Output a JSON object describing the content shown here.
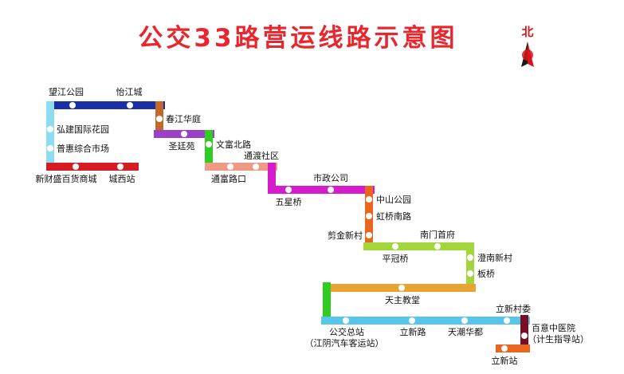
{
  "title": "公交33路营运线路示意图",
  "north_label": "北",
  "colors": {
    "title": "#e8262d",
    "north": "#d8141c",
    "stop_dot": "#ffffff"
  },
  "segments": [
    {
      "id": "blue-top",
      "color": "#1a2fa6"
    },
    {
      "id": "sky-left",
      "color": "#8fdcf0"
    },
    {
      "id": "red-left",
      "color": "#d51c24"
    },
    {
      "id": "brown-1",
      "color": "#c4682a"
    },
    {
      "id": "purple-1",
      "color": "#9b3fc8"
    },
    {
      "id": "green-1",
      "color": "#2fcc22"
    },
    {
      "id": "salmon-1",
      "color": "#f09a86"
    },
    {
      "id": "magenta-1",
      "color": "#d51ccb"
    },
    {
      "id": "orange-1",
      "color": "#e8661f"
    },
    {
      "id": "lime-1",
      "color": "#a3d63a"
    },
    {
      "id": "gold-1",
      "color": "#e8a433"
    },
    {
      "id": "green-2",
      "color": "#2fcc22"
    },
    {
      "id": "cyan-1",
      "color": "#58c6ec"
    },
    {
      "id": "maroon-1",
      "color": "#7a0d24"
    },
    {
      "id": "orange-2",
      "color": "#e8661f"
    }
  ],
  "stops": [
    {
      "id": "wangjiang-park",
      "name": "望江公园"
    },
    {
      "id": "yijiang-city",
      "name": "怡江城"
    },
    {
      "id": "hongjian-garden",
      "name": "弘建国际花园"
    },
    {
      "id": "puhui-market",
      "name": "普惠综合市场"
    },
    {
      "id": "xincaisheng-mall",
      "name": "新财盛百货商城"
    },
    {
      "id": "chengxi-station",
      "name": "城西站"
    },
    {
      "id": "chunjiang-huating",
      "name": "春江华庭"
    },
    {
      "id": "shengting-yuan",
      "name": "圣廷苑"
    },
    {
      "id": "wenfu-north-road",
      "name": "文富北路"
    },
    {
      "id": "tongdu-community",
      "name": "通渡社区"
    },
    {
      "id": "tongfu-road-kou",
      "name": "通富路口"
    },
    {
      "id": "wuxing-bridge",
      "name": "五星桥"
    },
    {
      "id": "municipal-company",
      "name": "市政公司"
    },
    {
      "id": "zhongshan-park",
      "name": "中山公园"
    },
    {
      "id": "hongqiao-south-road",
      "name": "虹桥南路"
    },
    {
      "id": "jianjin-village",
      "name": "剪金新村"
    },
    {
      "id": "nanmen-shoufu",
      "name": "南门首府"
    },
    {
      "id": "pingguan-bridge",
      "name": "平冠桥"
    },
    {
      "id": "chengnan-village",
      "name": "澄南新村"
    },
    {
      "id": "ban-bridge",
      "name": "板桥"
    },
    {
      "id": "tianzhu-church",
      "name": "天主教堂"
    },
    {
      "id": "bus-terminal",
      "name": "公交总站",
      "subname": "（江阴汽车客运站）"
    },
    {
      "id": "lixin-road",
      "name": "立新路"
    },
    {
      "id": "tianchao-huadu",
      "name": "天潮华都"
    },
    {
      "id": "lixin-committee",
      "name": "立新村委"
    },
    {
      "id": "baiyi-hospital",
      "name": "百意中医院",
      "subname": "（计生指导站）"
    },
    {
      "id": "lixin-station",
      "name": "立新站"
    }
  ]
}
